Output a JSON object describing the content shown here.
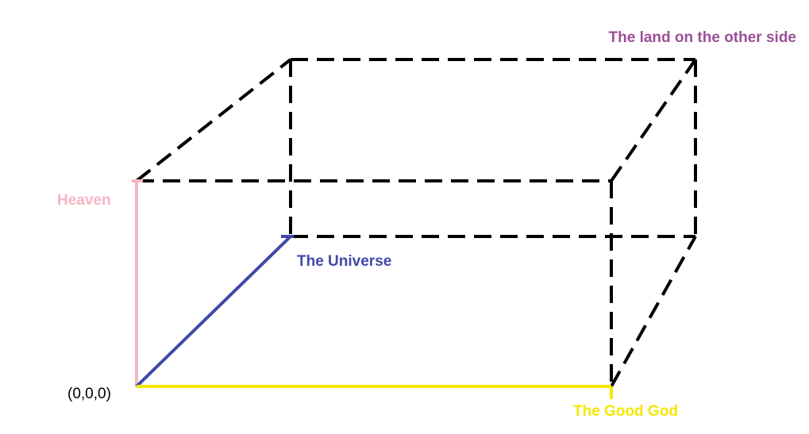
{
  "labels": {
    "corner": "The land on the other side",
    "heaven": "Heaven",
    "universe": "The Universe",
    "origin": "(0,0,0)",
    "good_god": "The Good God"
  },
  "colors": {
    "corner": "#9b4f96",
    "heaven": "#f4b6c2",
    "universe": "#3f48a8",
    "origin": "#000000",
    "good_god": "#f5e800",
    "heaven_axis": "#f4b6c2",
    "universe_axis": "#3f48a8",
    "good_god_axis": "#f5e800",
    "dashed_edges": "#000000"
  }
}
